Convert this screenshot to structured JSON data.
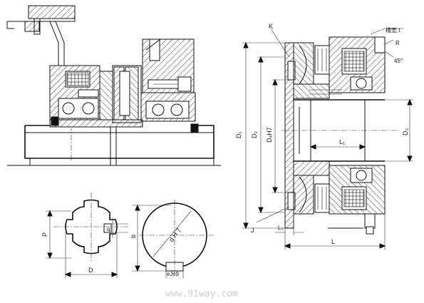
{
  "labels": {
    "K": "K",
    "groove_t": "槽宽 t",
    "R": "R",
    "angle45": "45°",
    "D1": "D₁",
    "D2": "D₂",
    "D4H7": "D₄H7",
    "D3": "D₃",
    "L1": "L₁",
    "L2": "L₂",
    "L": "L",
    "J": "J",
    "P": "P",
    "q": "q",
    "D": "D",
    "b": "b",
    "dH7": "d H 7",
    "eJs9": "eJs9"
  },
  "watermark": "www.91way.com",
  "colors": {
    "line": "#111111",
    "watermark": "#cfcfcf",
    "background": "#ffffff"
  }
}
